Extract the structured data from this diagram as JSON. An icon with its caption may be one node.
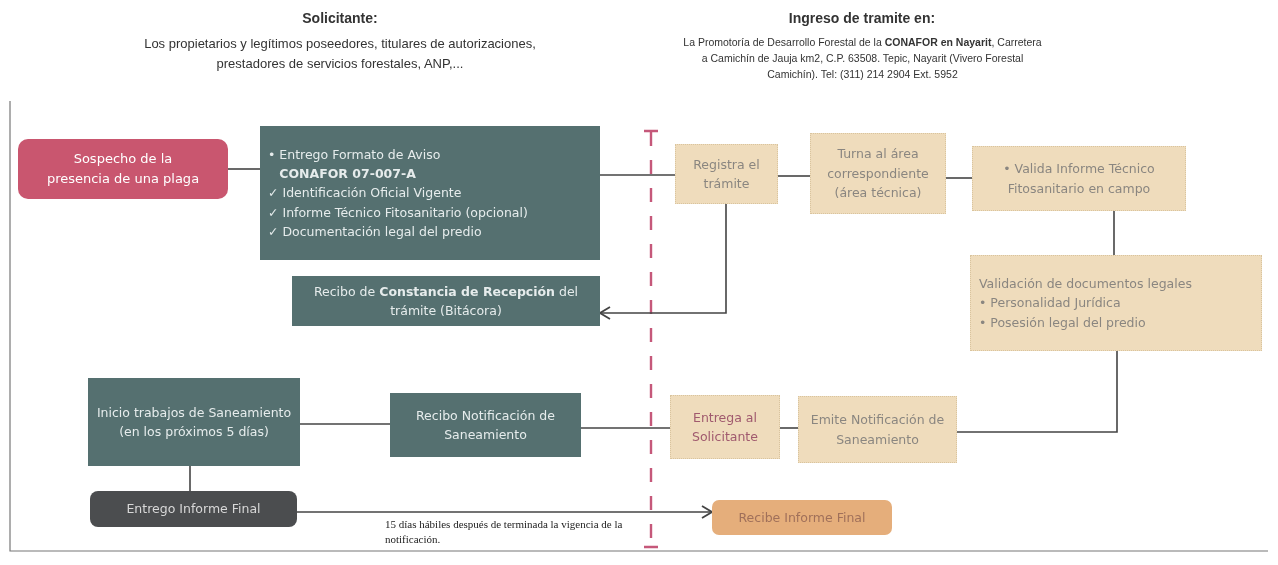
{
  "diagram": {
    "nodes": [
      {
        "text": [
          "Sospecho de la presencia de una plaga"
        ]
      },
      {
        "text": [
          "• Entrego Formato de Aviso **CONAFOR 07-007-A**",
          "✓ Identificación Oficial Vigente",
          "✓ Informe Técnico Fitosanitario (opcional)",
          "✓ Documentación legal del predio"
        ]
      },
      {
        "text": [
          "Recibo de **Constancia de Recepción** del trámite (Bitácora)"
        ]
      },
      {
        "text": [
          "Registra el trámite"
        ]
      },
      {
        "text": [
          "Turna al área correspondiente (área técnica)"
        ]
      },
      {
        "text": [
          "• Valida Informe Técnico Fitosanitario en campo"
        ]
      },
      {
        "text": [
          "Validación de documentos legales",
          "• Personalidad Jurídica",
          "• Posesión legal del predio"
        ]
      },
      {
        "text": [
          "Emite Notificación de Saneamiento"
        ]
      },
      {
        "text": [
          "Entrega al Solicitante"
        ]
      },
      {
        "text": [
          "Recibo Notificación de Saneamiento"
        ]
      },
      {
        "text": [
          "Inicio trabajos de Saneamiento (en los próximos 5 días)"
        ]
      },
      {
        "text": [
          "Entrego Informe Final"
        ]
      },
      {
        "text": [
          "Recibe Informe Final"
        ]
      }
    ],
    "edges": [
      {
        "from": 0,
        "to": 1,
        "arrow": "none"
      },
      {
        "from": 1,
        "to": 3,
        "arrow": "none"
      },
      {
        "from": 3,
        "to": 2,
        "arrow": "to"
      },
      {
        "from": 3,
        "to": 4,
        "arrow": "none"
      },
      {
        "from": 4,
        "to": 5,
        "arrow": "none"
      },
      {
        "from": 5,
        "to": 6,
        "arrow": "none"
      },
      {
        "from": 6,
        "to": 7,
        "arrow": "none"
      },
      {
        "from": 7,
        "to": 8,
        "arrow": "none"
      },
      {
        "from": 8,
        "to": 9,
        "arrow": "none"
      },
      {
        "from": 9,
        "to": 10,
        "arrow": "none"
      },
      {
        "from": 10,
        "to": 11,
        "arrow": "none"
      },
      {
        "from": 11,
        "to": 12,
        "arrow": "to",
        "label": "15 días hábiles después de terminada la vigencia de la notificación."
      }
    ],
    "labels": [
      "Solicitante:",
      "Los propietarios y legítimos poseedores, titulares de autorizaciones, prestadores de servicios forestales, ANP,...",
      "Ingreso de tramite en:",
      "La Promotoría de Desarrollo Forestal de la **CONAFOR en Nayarit**, Carretera a Camichín de Jauja km2, C.P. 63508. Tepic, Nayarit (Vivero Forestal Camichín). Tel: (311) 214 2904 Ext. 5952"
    ]
  }
}
